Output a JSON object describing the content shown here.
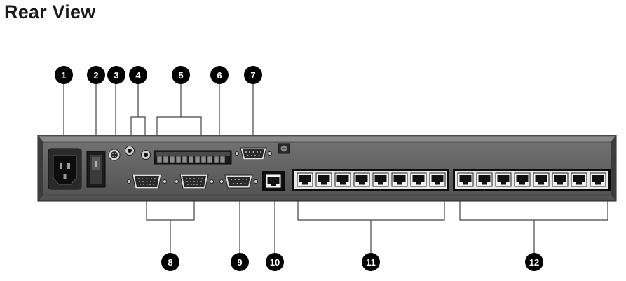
{
  "title": "Rear View",
  "callouts": {
    "c1": "1",
    "c2": "2",
    "c3": "3",
    "c4": "4",
    "c5": "5",
    "c6": "6",
    "c7": "7",
    "c8": "8",
    "c9": "9",
    "c10": "10",
    "c11": "11",
    "c12": "12"
  },
  "colors": {
    "panel": "#5c5c5c",
    "panel_dark": "#3a3a3a",
    "callout_fill": "#000000",
    "leader": "#444444"
  },
  "icons": {
    "power_socket": "iec-power-socket",
    "power_switch": "rocker-switch",
    "ps2_port": "mini-din-port",
    "audio_jack": "audio-jack",
    "terminal_block": "terminal-block",
    "db9_port": "db9-serial-port",
    "vga_port": "db15-vga-port",
    "rj45_port": "rj45-port",
    "ground_screw": "grounding-screw"
  }
}
